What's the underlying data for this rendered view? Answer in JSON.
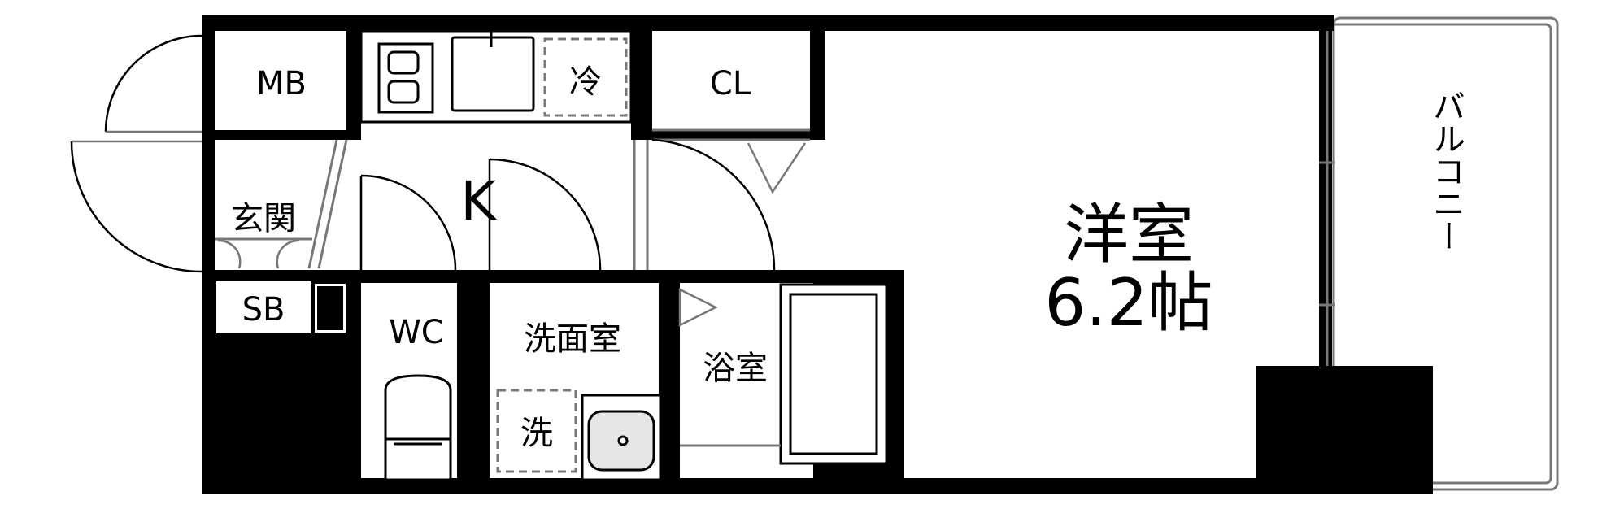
{
  "floor_plan": {
    "rooms": {
      "mb": "MB",
      "fridge": "冷",
      "closet": "CL",
      "kitchen": "K",
      "entrance": "玄関",
      "shoe_box": "SB",
      "toilet": "WC",
      "washroom": "洗面室",
      "washer": "洗",
      "bathroom": "浴室",
      "western_room": "洋室",
      "western_room_size": "6.2帖",
      "balcony": "バルコニー"
    },
    "colors": {
      "wall": "#000000",
      "background": "#ffffff",
      "fixture_fill": "#e6e6e6",
      "line_gray": "#777777"
    }
  }
}
